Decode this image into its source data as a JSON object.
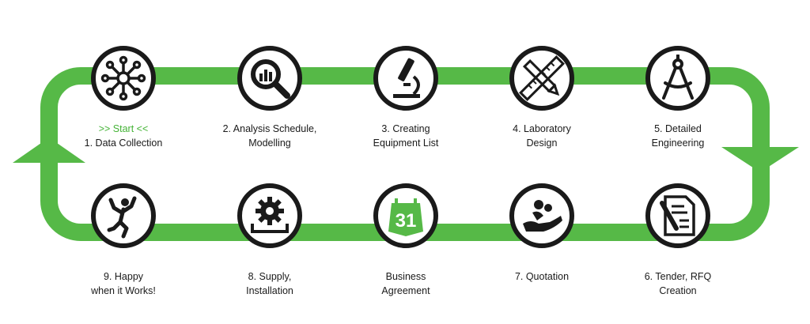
{
  "colors": {
    "loop": "#56b947",
    "outline": "#1a1a1a",
    "accent": "#44b336",
    "background": "#ffffff"
  },
  "steps": [
    {
      "icon": "network-hub-icon",
      "start_marker": ">> Start <<",
      "lines": [
        "1. Data Collection"
      ]
    },
    {
      "icon": "magnifier-chart-icon",
      "lines": [
        "2. Analysis Schedule,",
        "Modelling"
      ]
    },
    {
      "icon": "microscope-icon",
      "lines": [
        "3. Creating",
        "Equipment List"
      ]
    },
    {
      "icon": "ruler-pencil-icon",
      "lines": [
        "4. Laboratory",
        "Design"
      ]
    },
    {
      "icon": "compass-icon",
      "lines": [
        "5. Detailed",
        "Engineering"
      ]
    },
    {
      "icon": "document-pen-icon",
      "lines": [
        "6. Tender, RFQ",
        "Creation"
      ]
    },
    {
      "icon": "helping-hand-icon",
      "lines": [
        "7. Quotation"
      ]
    },
    {
      "icon": "calendar-31-icon",
      "icon_text": "31",
      "lines": [
        "Business",
        "Agreement"
      ]
    },
    {
      "icon": "gear-tray-icon",
      "lines": [
        "8. Supply,",
        "Installation"
      ]
    },
    {
      "icon": "jumping-person-icon",
      "lines": [
        "9. Happy",
        "when it Works!"
      ]
    }
  ]
}
